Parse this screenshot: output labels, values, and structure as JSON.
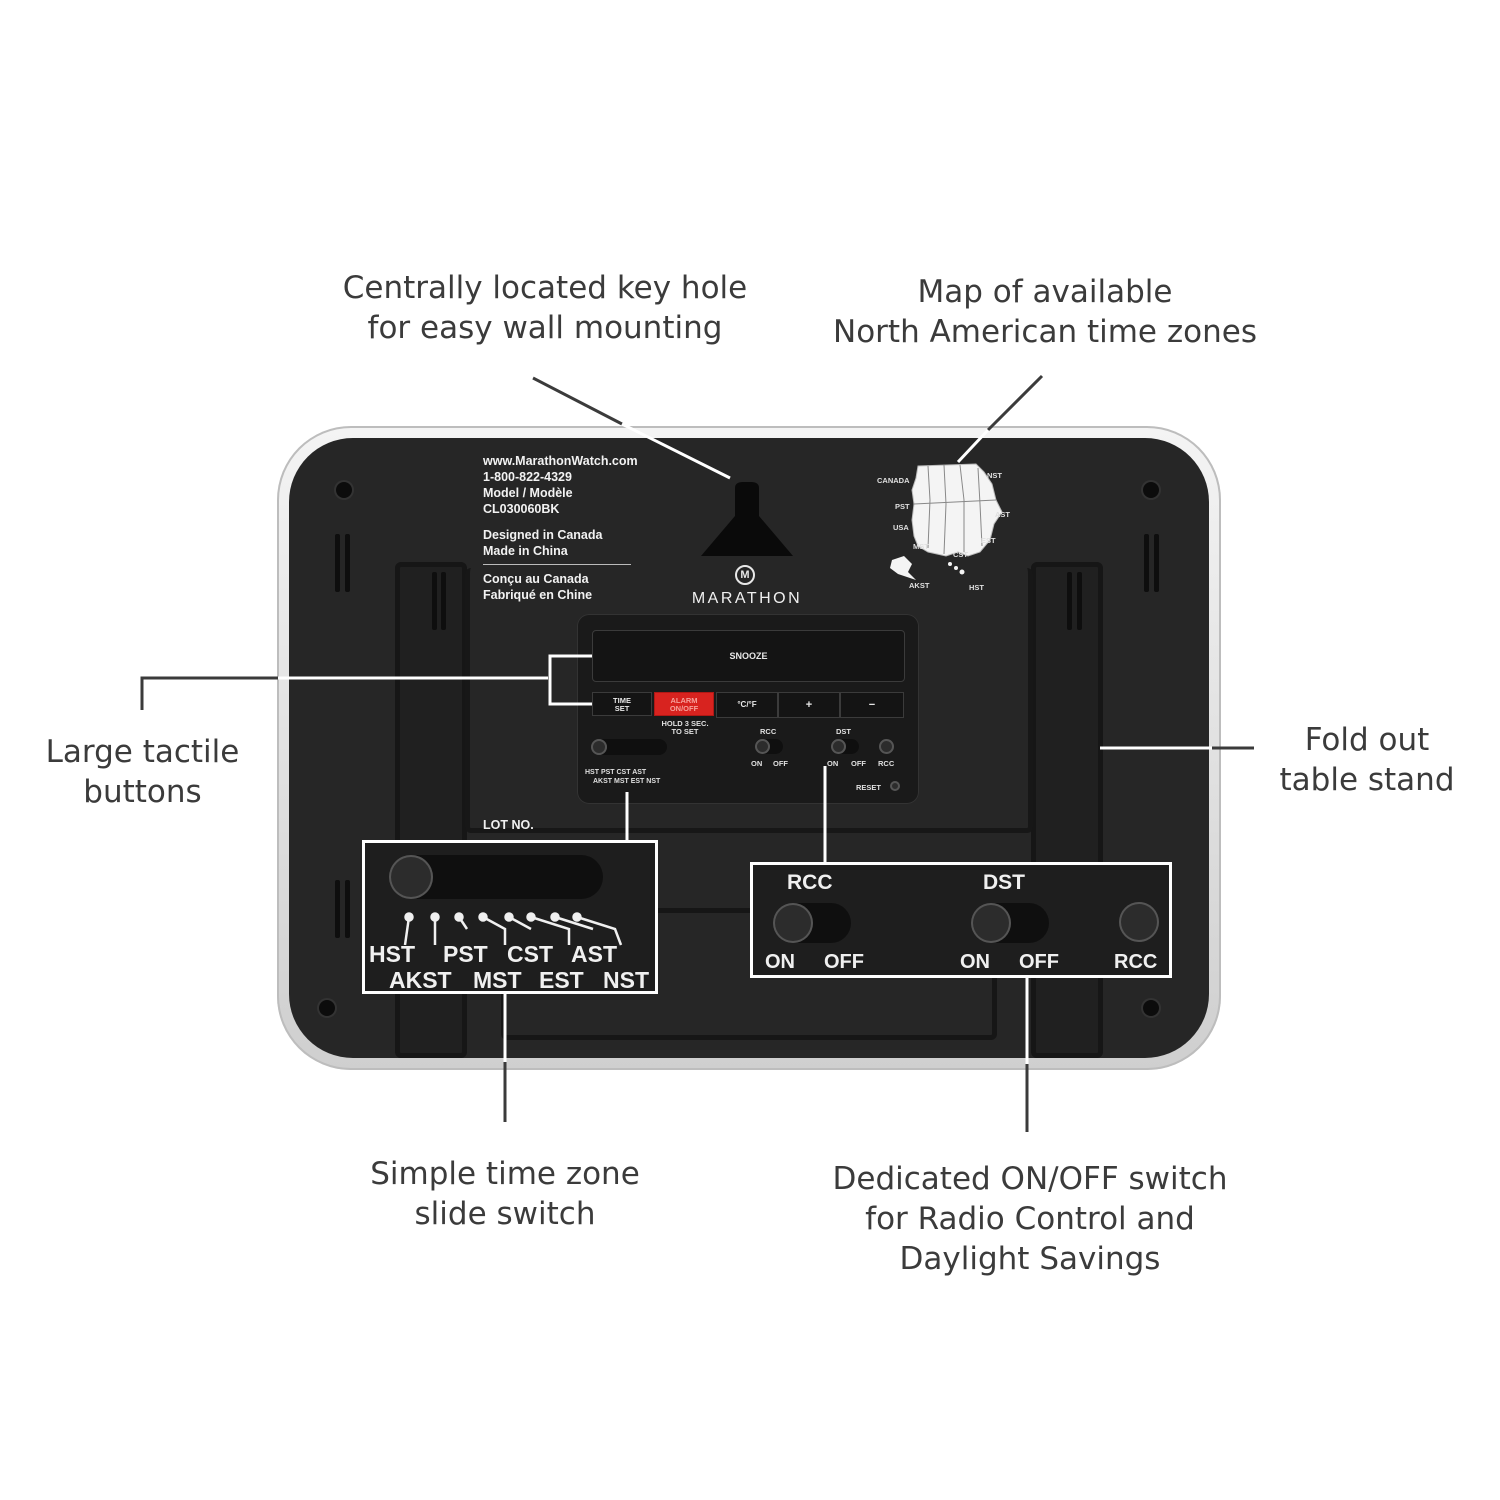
{
  "callouts": {
    "keyhole": [
      "Centrally located key hole",
      "for easy wall mounting"
    ],
    "map": [
      "Map of available",
      "North American time zones"
    ],
    "buttons": [
      "Large tactile",
      "buttons"
    ],
    "stand": [
      "Fold out",
      "table stand"
    ],
    "timezone_switch": [
      "Simple time zone",
      "slide switch"
    ],
    "onoff_switch": [
      "Dedicated ON/OFF switch",
      "for Radio Control and",
      "Daylight Savings"
    ]
  },
  "device": {
    "info_lines_1": [
      "www.MarathonWatch.com",
      "1-800-822-4329",
      "Model / Modèle",
      "CL030060BK"
    ],
    "info_lines_2": [
      "Designed in Canada",
      "Made in China"
    ],
    "info_lines_3": [
      "Conçu au Canada",
      "Fabriqué en Chine"
    ],
    "brand": "MARATHON",
    "brand_mark": "M",
    "lot": "LOT NO.",
    "map_labels": {
      "canada": "CANADA",
      "usa": "USA",
      "pst": "PST",
      "mst": "MST",
      "cst": "CST",
      "est": "EST",
      "ast": "AST",
      "nst": "NST",
      "akst": "AKST",
      "hst": "HST"
    }
  },
  "panel": {
    "snooze": "SNOOZE",
    "time_set": [
      "TIME",
      "SET"
    ],
    "alarm": [
      "ALARM",
      "ON/OFF"
    ],
    "temp_unit": "°C/°F",
    "plus": "+",
    "minus": "−",
    "hold": [
      "HOLD 3 SEC.",
      "TO SET"
    ],
    "rcc": "RCC",
    "dst": "DST",
    "on": "ON",
    "off": "OFF",
    "reset": "RESET",
    "tz_top": "HST  PST  CST  AST",
    "tz_bottom": "AKST  MST  EST  NST"
  },
  "zoom_timezone": {
    "top": [
      "HST",
      "PST",
      "CST",
      "AST"
    ],
    "bottom": [
      "AKST",
      "MST",
      "EST",
      "NST"
    ]
  },
  "zoom_switches": {
    "rcc": "RCC",
    "dst": "DST",
    "rcc_on": "ON",
    "rcc_off": "OFF",
    "dst_on": "ON",
    "dst_off": "OFF",
    "rcc_button": "RCC"
  },
  "colors": {
    "device_body": "#262626",
    "frame": "#d9d9d9",
    "alarm_button": "#d8231f",
    "callout_text": "#3b3b3b",
    "leader_line": "#3b3b3b"
  }
}
